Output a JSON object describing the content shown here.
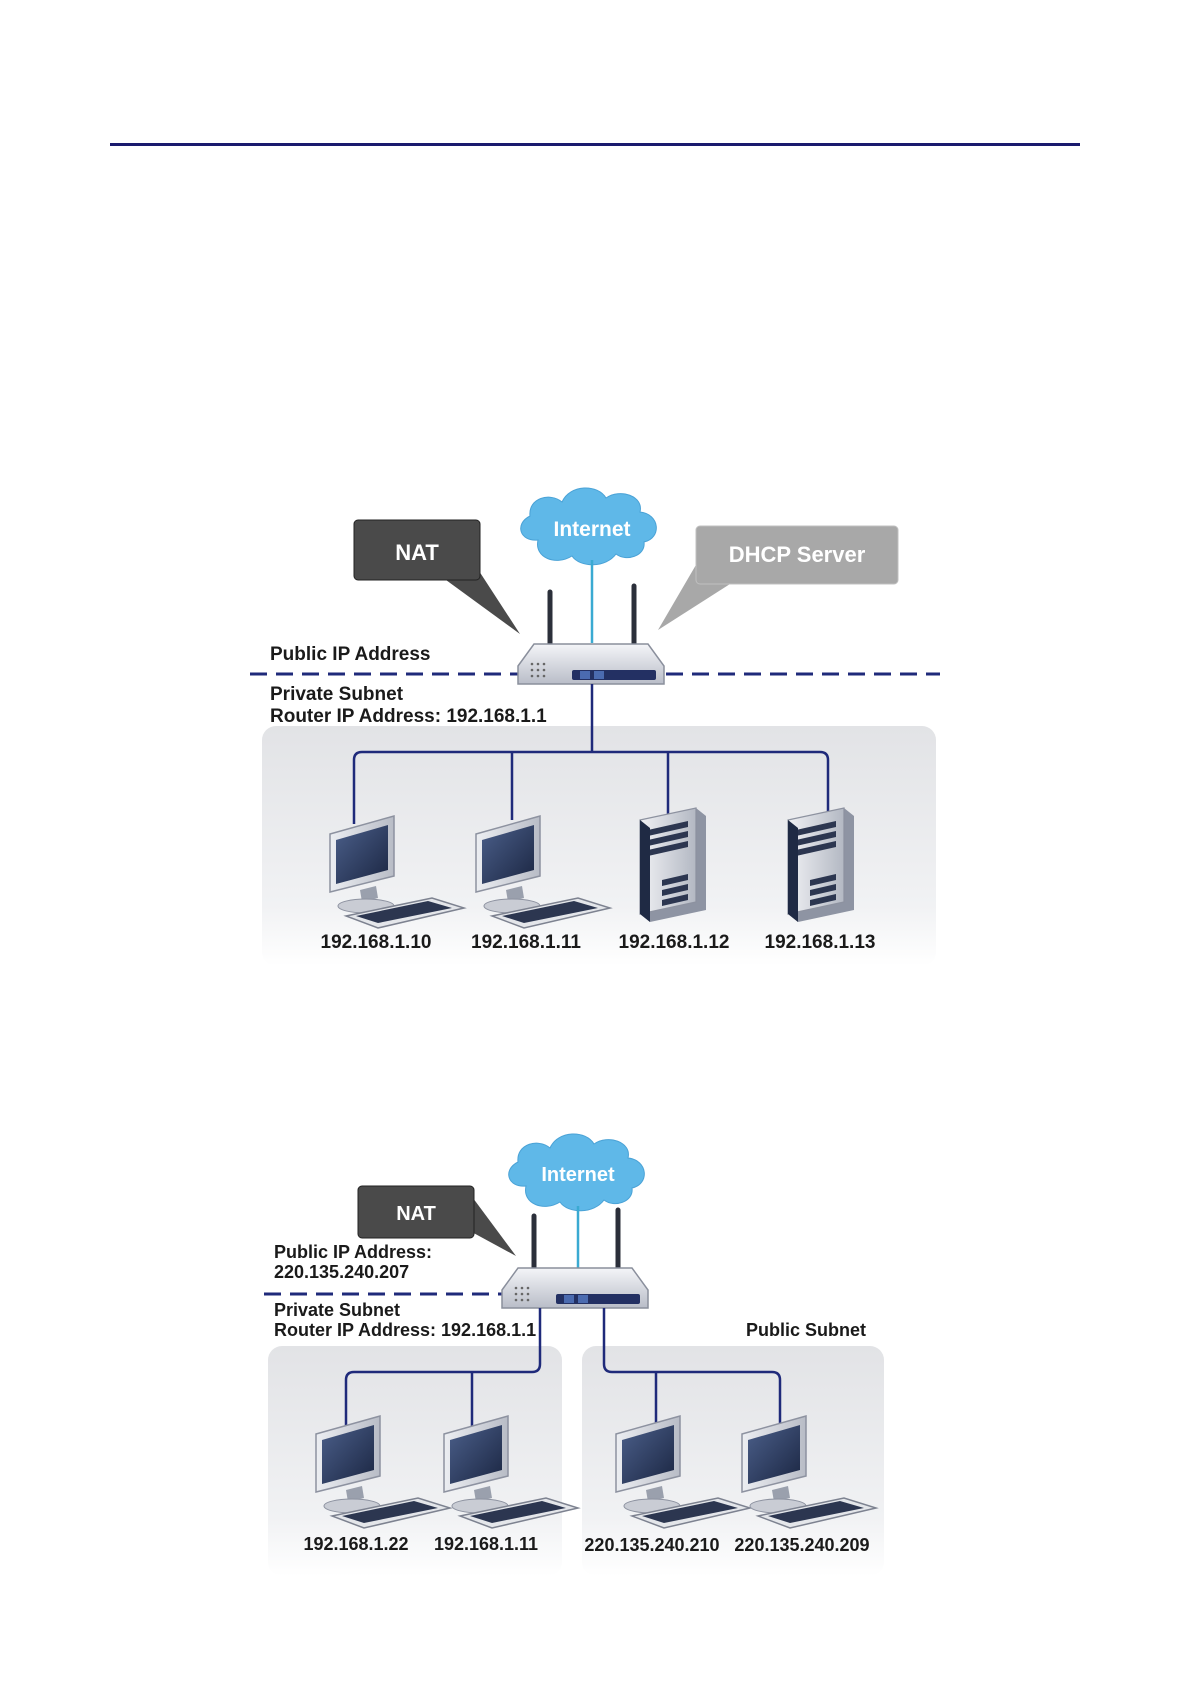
{
  "diagram1": {
    "cloud": "Internet",
    "nat_tag": "NAT",
    "dhcp_tag": "DHCP Server",
    "public_label": "Public IP Address",
    "private_label": "Private Subnet",
    "router_label": "Router IP Address: 192.168.1.1",
    "hosts": [
      "192.168.1.10",
      "192.168.1.11",
      "192.168.1.12",
      "192.168.1.13"
    ]
  },
  "diagram2": {
    "cloud": "Internet",
    "nat_tag": "NAT",
    "public_label": "Public IP Address:",
    "public_ip": "220.135.240.207",
    "private_label": "Private Subnet",
    "router_label": "Router IP Address: 192.168.1.1",
    "public_subnet_label": "Public Subnet",
    "hosts": [
      "192.168.1.22",
      "192.168.1.11",
      "220.135.240.210",
      "220.135.240.209"
    ]
  },
  "colors": {
    "rule": "#1a1a6e",
    "link": "#1f2a7a",
    "cloud": "#5fb8e8",
    "nat_tag": "#4a4a4a",
    "dhcp_tag": "#a8a8a8"
  }
}
